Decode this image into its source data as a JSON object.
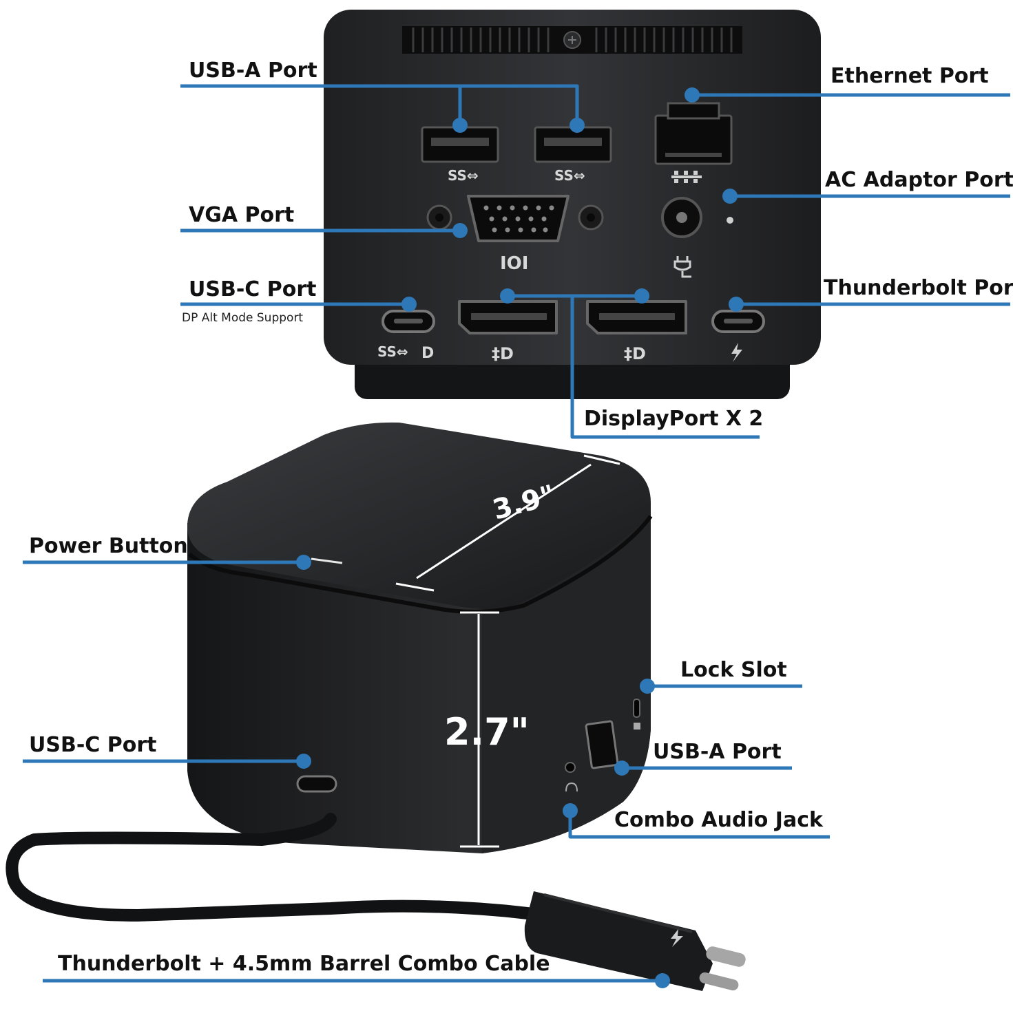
{
  "accent_color": "#2f78b7",
  "device_color": "#2b2c2e",
  "labels": {
    "usb_a_top": "USB-A Port",
    "vga": "VGA Port",
    "usb_c_top": "USB-C Port",
    "usb_c_top_sub": "DP Alt Mode Support",
    "ethernet": "Ethernet Port",
    "ac_adaptor": "AC Adaptor Port",
    "thunderbolt": "Thunderbolt Port",
    "displayport": "DisplayPort X 2",
    "power_button": "Power Button",
    "usb_c_front": "USB-C Port",
    "lock_slot": "Lock Slot",
    "usb_a_side": "USB-A Port",
    "audio_jack": "Combo Audio Jack",
    "cable": "Thunderbolt + 4.5mm Barrel Combo Cable"
  },
  "dimensions": {
    "width": "3.9\"",
    "height": "2.7\""
  },
  "icons": {
    "usb_ss": "SS⇔",
    "vga": "IOI",
    "displayport": "‡D",
    "dp_small": "D"
  }
}
